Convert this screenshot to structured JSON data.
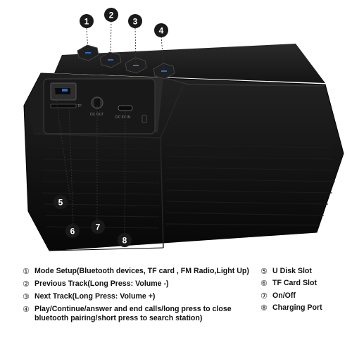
{
  "callouts": [
    {
      "number": "1"
    },
    {
      "number": "2"
    },
    {
      "number": "3"
    },
    {
      "number": "4"
    },
    {
      "number": "5"
    },
    {
      "number": "6"
    },
    {
      "number": "7"
    },
    {
      "number": "8"
    }
  ],
  "port_labels": {
    "tf": "TF",
    "dc_in": "DC OUT",
    "charging": "DC 5V IN"
  },
  "legend_left": [
    {
      "num": "①",
      "text": "Mode Setup(Bluetooth devices, TF card , FM Radio,Light Up)"
    },
    {
      "num": "②",
      "text": "Previous Track(Long Press: Volume -)"
    },
    {
      "num": "③",
      "text": "Next Track(Long Press: Volume +)"
    },
    {
      "num": "④",
      "text": "Play/Continue/answer and end calls/long press to close bluetooth pairing/short press to search station)"
    }
  ],
  "legend_right": [
    {
      "num": "⑤",
      "text": "U Disk Slot"
    },
    {
      "num": "⑥",
      "text": "TF Card Slot"
    },
    {
      "num": "⑦",
      "text": "On/Off"
    },
    {
      "num": "⑧",
      "text": "Charging Port"
    }
  ],
  "colors": {
    "body": "#111111",
    "callout_fill": "#1a1a1a",
    "indicator": "#1e6fd9",
    "leader": "#333333"
  }
}
